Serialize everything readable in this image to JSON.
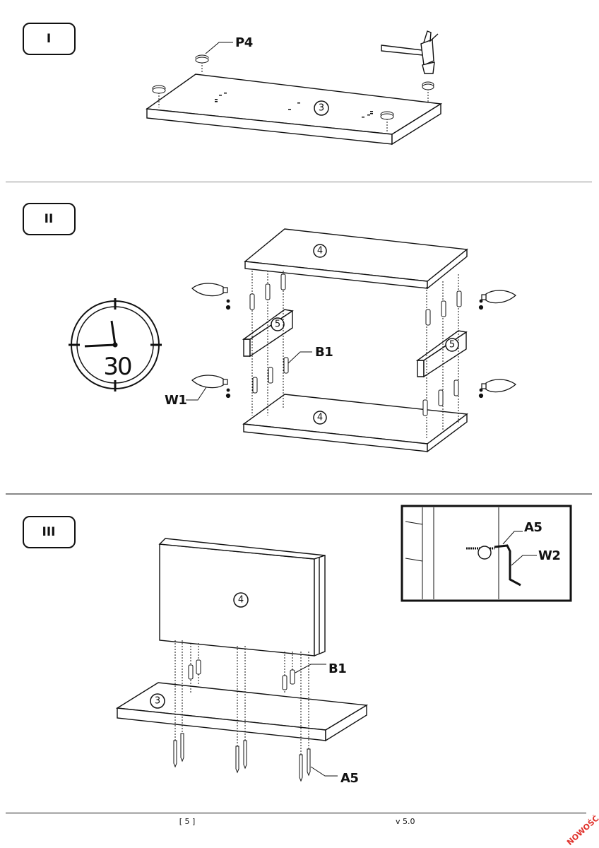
{
  "steps": [
    {
      "label": "I"
    },
    {
      "label": "II"
    },
    {
      "label": "III"
    }
  ],
  "labels": {
    "p4": "P4",
    "b1": "B1",
    "w1": "W1",
    "a5": "A5",
    "w2": "W2",
    "panel3": "3",
    "panel4": "4",
    "panel5": "5",
    "timer": "30"
  },
  "footer": {
    "page": "[ 5 ]",
    "version": "v 5.0",
    "badge": "NOWOŚĆ"
  }
}
